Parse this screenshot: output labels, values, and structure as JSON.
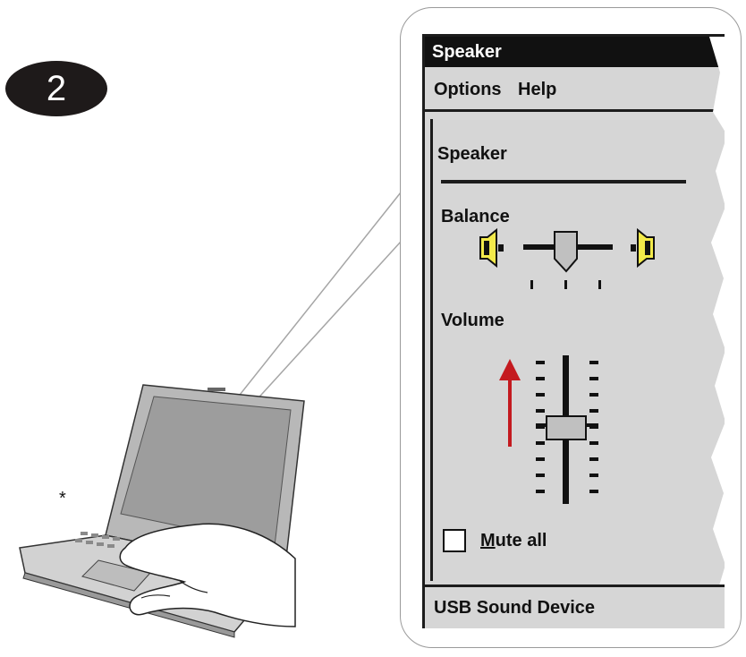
{
  "step": {
    "number": "2"
  },
  "footnote_mark": "*",
  "window": {
    "title": "Speaker",
    "menu": {
      "options": "Options",
      "help": "Help"
    },
    "section_title": "Speaker",
    "balance": {
      "label": "Balance",
      "value": 0.5
    },
    "volume": {
      "label": "Volume",
      "value": 0.5,
      "direction": "increase"
    },
    "mute": {
      "label_first_letter": "M",
      "label_rest": "ute all",
      "checked": false
    },
    "status": "USB Sound Device"
  },
  "colors": {
    "titlebar": "#111111",
    "window_bg": "#d6d6d6",
    "speaker_icon": "#f3ea4a",
    "arrow": "#c41a1f",
    "laptop": "#b8b8b8"
  },
  "icons": {
    "left_speaker": "speaker-left-icon",
    "right_speaker": "speaker-right-icon",
    "arrow": "arrow-up-icon"
  }
}
